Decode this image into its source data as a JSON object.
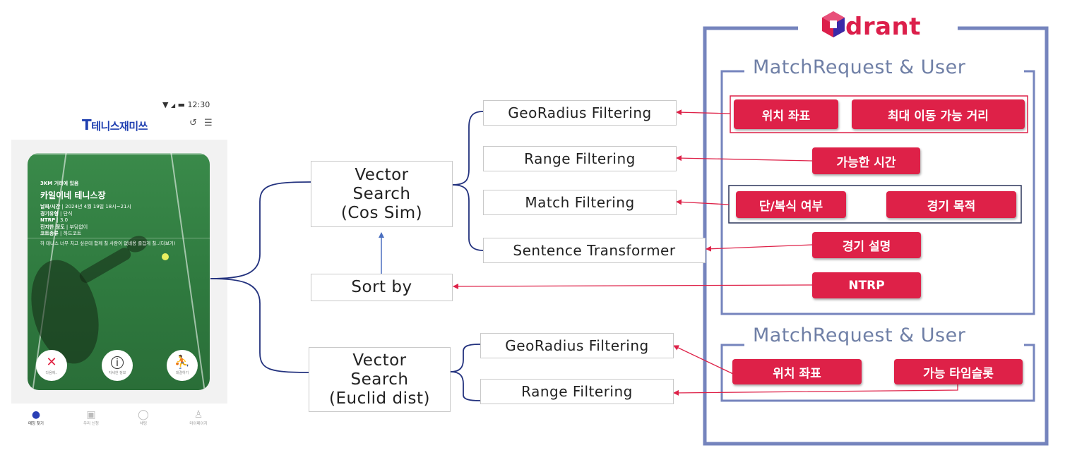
{
  "colors": {
    "accent": "#de2148",
    "frame": "#7584bd",
    "title": "#6f7fa6",
    "connector": "#23327e"
  },
  "phone": {
    "status_time": "12:30",
    "brand": "테니스재미쓰",
    "brand_prefix": "T",
    "card": {
      "distance": "3KM 거리에 있음",
      "title": "카일이네 테니스장",
      "rows": [
        {
          "k": "날짜/시간",
          "v": "2024년 4월 19일 18시~21시"
        },
        {
          "k": "경기유형",
          "v": "단식"
        },
        {
          "k": "NTRP",
          "v": "3.0"
        },
        {
          "k": "진지한 정도",
          "v": "부담없이"
        },
        {
          "k": "코트종류",
          "v": "하드코트"
        }
      ],
      "description": "하 테니스 너무 치고 싶은데 함께 칠 사람이 없네용 즐겁게 칠..(더보기)",
      "buttons": [
        {
          "icon": "close-icon",
          "label": "다음에.."
        },
        {
          "icon": "info-icon",
          "label": "자세한 정보"
        },
        {
          "icon": "tennis-player-icon",
          "label": "대결하기"
        }
      ]
    },
    "tabs": [
      {
        "icon": "tennis-ball-icon",
        "label": "매칭 찾기"
      },
      {
        "icon": "matches-icon",
        "label": "우리 신청"
      },
      {
        "icon": "chat-icon",
        "label": "채팅"
      },
      {
        "icon": "person-icon",
        "label": "마이페이지"
      }
    ]
  },
  "diagram": {
    "vector_cos": [
      "Vector",
      "Search",
      "(Cos Sim)"
    ],
    "sort_by": "Sort by",
    "vector_euclid": [
      "Vector",
      "Search",
      "(Euclid dist)"
    ],
    "filters_top": [
      "GeoRadius Filtering",
      "Range Filtering",
      "Match Filtering",
      "Sentence Transformer"
    ],
    "filters_bottom": [
      "GeoRadius Filtering",
      "Range Filtering"
    ]
  },
  "qdrant": {
    "logo_text": "drant",
    "group1_title": "MatchRequest & User",
    "group1_pills": [
      "위치 좌표",
      "최대 이동 가능 거리",
      "가능한 시간",
      "단/복식 여부",
      "경기 목적",
      "경기 설명",
      "NTRP"
    ],
    "group2_title": "MatchRequest & User",
    "group2_pills": [
      "위치 좌표",
      "가능 타임슬롯"
    ]
  }
}
